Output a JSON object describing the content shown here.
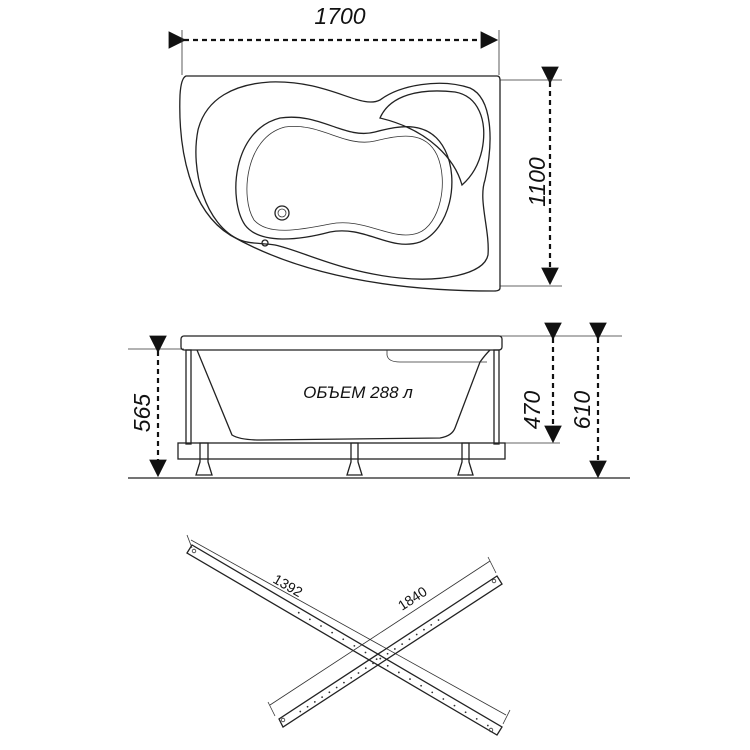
{
  "top_view": {
    "width_label": "1700",
    "depth_label": "1100"
  },
  "side_view": {
    "volume_label": "ОБЪЕМ 288 л",
    "frame_height_label": "565",
    "tub_depth_label": "470",
    "total_height_label": "610"
  },
  "frame_view": {
    "bar_short_label": "1392",
    "bar_long_label": "1840"
  },
  "colors": {
    "line": "#222222",
    "background": "#ffffff"
  }
}
